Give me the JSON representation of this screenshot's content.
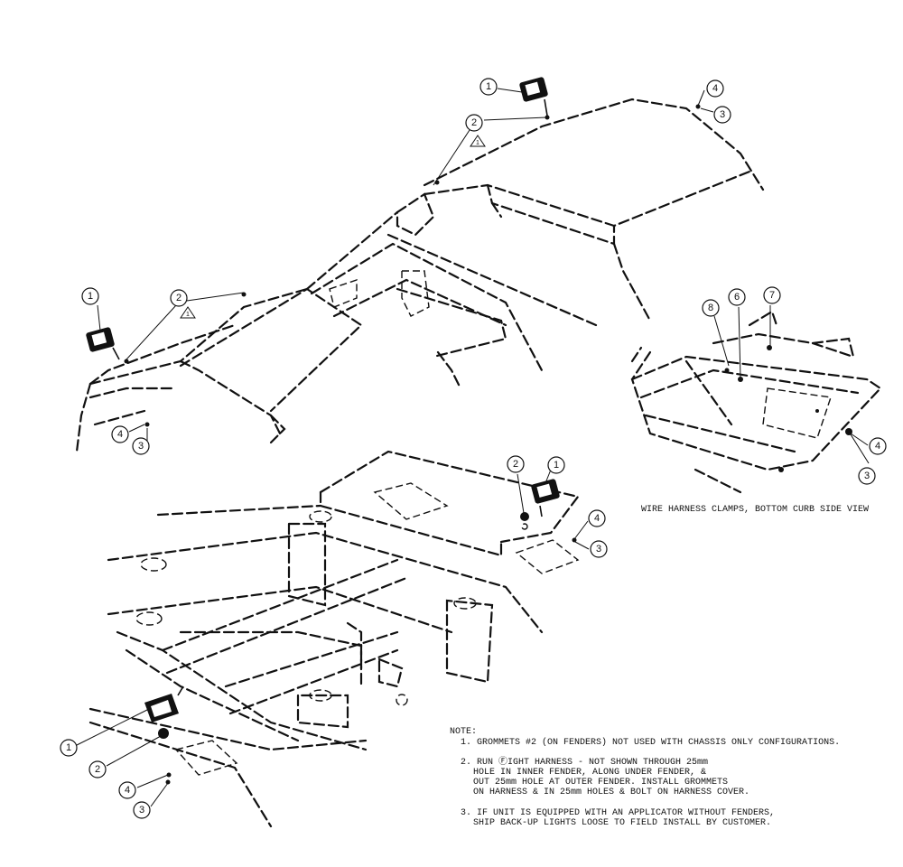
{
  "callouts": {
    "c1a": "1",
    "c4a": "4",
    "c3a": "3",
    "c2a": "2",
    "c1b": "1",
    "c2b": "2",
    "c4b": "4",
    "c3b": "3",
    "c8": "8",
    "c6": "6",
    "c7": "7",
    "c4c": "4",
    "c3c": "3",
    "c2c": "2",
    "c1c": "1",
    "c4d": "4",
    "c3d": "3",
    "c1d": "1",
    "c2d": "2",
    "c4e": "4",
    "c3e": "3"
  },
  "warning_marks": {
    "w1": "1",
    "w2": "1"
  },
  "detail_caption": "WIRE HARNESS CLAMPS, BOTTOM CURB SIDE VIEW",
  "notes": {
    "heading": "NOTE:",
    "note1": "1. GROMMETS #2 (ON FENDERS) NOT USED WITH CHASSIS ONLY CONFIGURATIONS.",
    "note2_l1": "2. RUN ⒻIGHT HARNESS - NOT SHOWN THROUGH 25mm",
    "note2_l2": "HOLE IN INNER FENDER, ALONG UNDER FENDER, &",
    "note2_l3": "OUT 25mm HOLE AT OUTER FENDER.  INSTALL GROMMETS",
    "note2_l4": "ON HARNESS & IN 25mm HOLES & BOLT ON HARNESS COVER.",
    "note3_l1": "3. IF UNIT IS EQUIPPED WITH AN APPLICATOR WITHOUT FENDERS,",
    "note3_l2": "SHIP BACK-UP LIGHTS LOOSE TO FIELD INSTALL BY CUSTOMER."
  }
}
